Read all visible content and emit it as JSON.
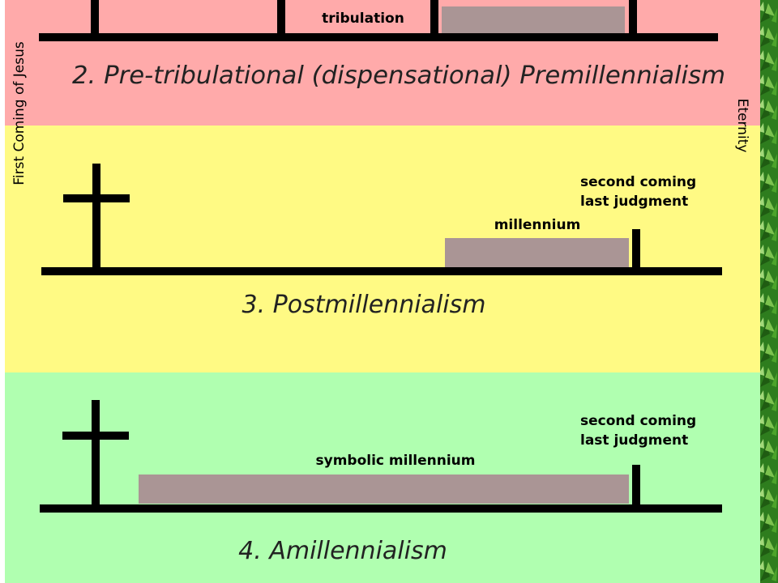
{
  "side_labels": {
    "left": "First Coming of Jesus",
    "right": "Eternity"
  },
  "panels": [
    {
      "id": "pretribulational",
      "title": "2. Pre-tribulational (dispensational) Premillennialism",
      "labels": [
        "tribulation"
      ]
    },
    {
      "id": "postmillennialism",
      "title": "3. Postmillennialism",
      "labels": [
        "millennium",
        "second coming",
        "last judgment"
      ]
    },
    {
      "id": "amillennialism",
      "title": "4. Amillennialism",
      "labels": [
        "symbolic millennium",
        "second coming",
        "last judgment"
      ]
    }
  ],
  "colors": {
    "pink_band": "#FFAAAA",
    "yellow_band": "#FFFA84",
    "green_band": "#B0FFB0",
    "bar": "#AA9595",
    "line": "#000000",
    "leaf_background": "#2E7D1E"
  },
  "icons": [
    "cross-icon"
  ]
}
